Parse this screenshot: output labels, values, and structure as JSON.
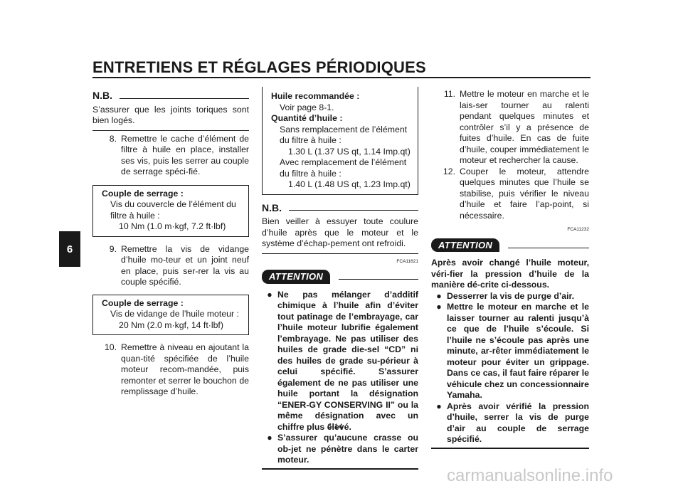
{
  "header": {
    "title": "ENTRETIENS ET RÉGLAGES PÉRIODIQUES",
    "chapter_tab": "6"
  },
  "col1": {
    "nb_label": "N.B.",
    "nb_text": "S’assurer que les joints toriques sont bien logés.",
    "step8_num": "8.",
    "step8_text": "Remettre le cache d’élément de filtre à huile en place, installer ses vis, puis les serrer au couple de serrage spéci-fié.",
    "box1_title": "Couple de serrage :",
    "box1_line1": "Vis du couvercle de l’élément du filtre à huile :",
    "box1_line2": "10 Nm (1.0 m·kgf, 7.2 ft·lbf)",
    "step9_num": "9.",
    "step9_text": "Remettre la vis de vidange d’huile mo-teur et un joint neuf en place, puis ser-rer la vis au couple spécifié.",
    "box2_title": "Couple de serrage :",
    "box2_line1": "Vis de vidange de l’huile moteur :",
    "box2_line2": "20 Nm (2.0 m·kgf, 14 ft·lbf)",
    "step10_num": "10.",
    "step10_text": "Remettre à niveau en ajoutant la quan-tité spécifiée de l’huile moteur recom-mandée, puis remonter et serrer le bouchon de remplissage d’huile."
  },
  "col2": {
    "box_title1": "Huile recommandée :",
    "box_val1": "Voir page 8-1.",
    "box_title2": "Quantité d’huile :",
    "box_line1": "Sans remplacement de l’élément du filtre à huile :",
    "box_val2": "1.30 L (1.37 US qt, 1.14 Imp.qt)",
    "box_line2": "Avec remplacement de l’élément du filtre à huile :",
    "box_val3": "1.40 L (1.48 US qt, 1.23 Imp.qt)",
    "nb_label": "N.B.",
    "nb_text": "Bien veiller à essuyer toute coulure d’huile après que le moteur et le système d’échap-pement ont refroidi.",
    "code": "FCA11621",
    "attention_label": "ATTENTION",
    "bullet1": "Ne pas mélanger d’additif chimique à l’huile afin d’éviter tout patinage de l’embrayage, car l’huile moteur lubrifie également l’embrayage. Ne pas utiliser des huiles de grade die-sel “CD” ni des huiles de grade su-périeur à celui spécifié. S’assurer également de ne pas utiliser une huile portant la désignation “ENER-GY CONSERVING II” ou la même désignation avec un chiffre plus élevé.",
    "bullet2": "S’assurer qu’aucune crasse ou ob-jet ne pénètre dans le carter moteur."
  },
  "col3": {
    "step11_num": "11.",
    "step11_text": "Mettre le moteur en marche et le lais-ser tourner au ralenti pendant quelques minutes et contrôler s’il y a présence de fuites d’huile. En cas de fuite d’huile, couper immédiatement le moteur et rechercher la cause.",
    "step12_num": "12.",
    "step12_text": "Couper le moteur, attendre quelques minutes que l’huile se stabilise, puis vérifier le niveau d’huile et faire l’ap-point, si nécessaire.",
    "code": "FCA11232",
    "attention_label": "ATTENTION",
    "attention_intro": "Après avoir changé l’huile moteur, véri-fier la pression d’huile de la manière dé-crite ci-dessous.",
    "bullet1": "Desserrer la vis de purge d’air.",
    "bullet2": "Mettre le moteur en marche et le laisser tourner au ralenti jusqu’à ce que de l’huile s’écoule. Si l’huile ne s’écoule pas après une minute, ar-rêter immédiatement le moteur pour éviter un grippage. Dans ce cas, il faut faire réparer le véhicule chez un concessionnaire Yamaha.",
    "bullet3": "Après avoir vérifié la pression d’huile, serrer la vis de purge d’air au couple de serrage spécifié."
  },
  "footer": {
    "page_number": "6-14",
    "watermark": "carmanualsonline.info"
  }
}
